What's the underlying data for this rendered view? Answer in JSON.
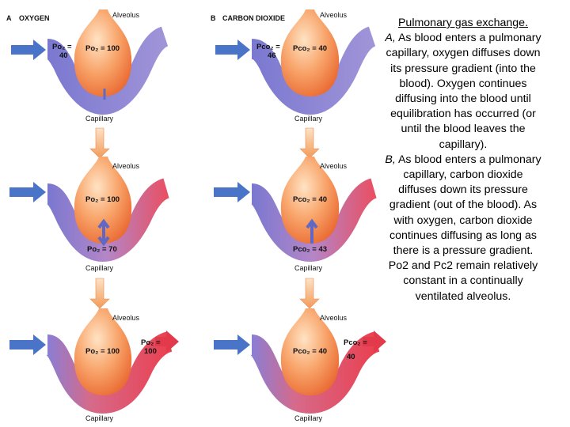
{
  "panels": {
    "a": {
      "letter": "A",
      "title": "OXYGEN"
    },
    "b": {
      "letter": "B",
      "title": "CARBON DIOXIDE"
    }
  },
  "labels": {
    "alveolus": "Alveolus",
    "capillary": "Capillary"
  },
  "oxygen": {
    "stage1": {
      "alveolar": "Po₂ = 100",
      "capillary_in": "Po₂ =\n40"
    },
    "stage2": {
      "alveolar": "Po₂ = 100",
      "capillary": "Po₂ = 70"
    },
    "stage3": {
      "alveolar": "Po₂ = 100",
      "capillary_out": "Po₂ =\n100"
    }
  },
  "carbon_dioxide": {
    "stage1": {
      "alveolar": "Pco₂ = 40",
      "capillary_in": "Pco₂ =\n46"
    },
    "stage2": {
      "alveolar": "Pco₂ = 40",
      "capillary": "Pco₂ = 43"
    },
    "stage3": {
      "alveolar": "Pco₂ = 40",
      "capillary_out": "Pco₂ =\n40"
    }
  },
  "caption": {
    "title": "Pulmonary gas exchange.",
    "lines": [
      {
        "lead": "A,",
        "text": " As blood enters a pulmonary capillary, oxygen diffuses down its pressure gradient (into the blood). Oxygen continues diffusing into the blood until equilibration has occurred (or until the blood leaves the capillary)."
      },
      {
        "lead": "B,",
        "text": " As blood enters a pulmonary capillary, carbon dioxide diffuses down its pressure gradient (out of the blood). As with oxygen, carbon dioxide continues diffusing as long as there is a pressure gradient. Po2 and Pc2 remain relatively constant in a continually ventilated alveolus."
      }
    ]
  },
  "colors": {
    "alveolus_light": "#ffd2a6",
    "alveolus_dark": "#f07838",
    "capillary_venous": "#8c84d8",
    "capillary_arterial": "#e64a5a",
    "arrow_blue": "#4a74c8",
    "arrow_orange": "#f0a060"
  }
}
